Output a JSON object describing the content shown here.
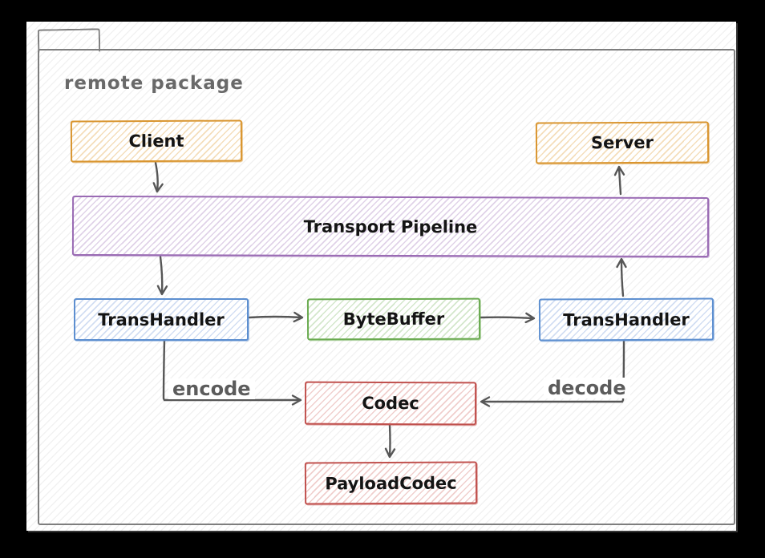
{
  "package": {
    "label": "remote package"
  },
  "nodes": [
    {
      "id": "client",
      "label": "Client",
      "color": "#d9952f"
    },
    {
      "id": "server",
      "label": "Server",
      "color": "#d9952f"
    },
    {
      "id": "transport-pipeline",
      "label": "Transport Pipeline",
      "color": "#9a6bb4"
    },
    {
      "id": "transhandler-left",
      "label": "TransHandler",
      "color": "#5d8fd0"
    },
    {
      "id": "bytebuffer",
      "label": "ByteBuffer",
      "color": "#6aab50"
    },
    {
      "id": "transhandler-right",
      "label": "TransHandler",
      "color": "#5d8fd0"
    },
    {
      "id": "codec",
      "label": "Codec",
      "color": "#c1514e"
    },
    {
      "id": "payload-codec",
      "label": "PayloadCodec",
      "color": "#c1514e"
    }
  ],
  "edges": [
    {
      "from": "client",
      "to": "transport-pipeline",
      "label": ""
    },
    {
      "from": "transport-pipeline",
      "to": "transhandler-left",
      "label": ""
    },
    {
      "from": "transhandler-left",
      "to": "bytebuffer",
      "label": ""
    },
    {
      "from": "bytebuffer",
      "to": "transhandler-right",
      "label": ""
    },
    {
      "from": "transhandler-right",
      "to": "transport-pipeline",
      "label": ""
    },
    {
      "from": "transport-pipeline",
      "to": "server",
      "label": ""
    },
    {
      "from": "transhandler-left",
      "to": "codec",
      "label": "encode"
    },
    {
      "from": "transhandler-right",
      "to": "codec",
      "label": "decode"
    },
    {
      "from": "codec",
      "to": "payload-codec",
      "label": ""
    }
  ],
  "colors": {
    "background": "#000000",
    "canvas": "#ffffff",
    "package_outline": "#7e7e7e",
    "package_label_text": "#696969",
    "arrow": "#565656",
    "edge_label_text": "#5c5c5c",
    "node_text": "#141414"
  }
}
